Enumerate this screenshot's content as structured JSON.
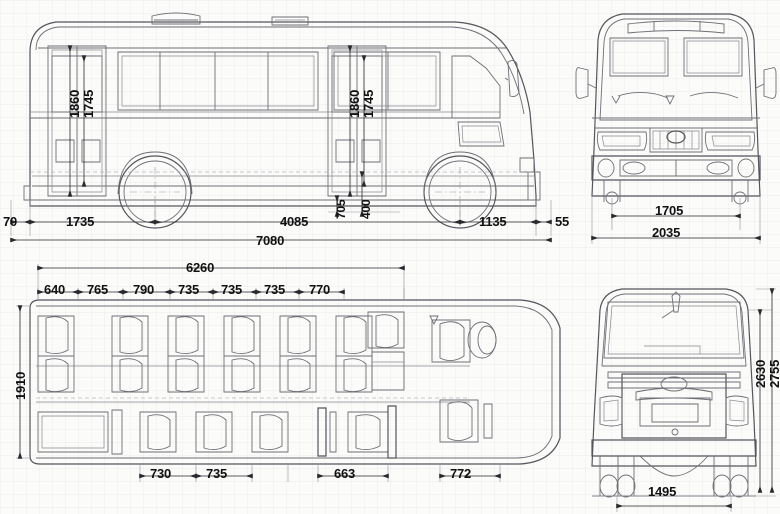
{
  "drawing": {
    "title": "Bus dimensional drawing",
    "units": "mm",
    "line_color": "#6a6a72",
    "dim_color": "#111111",
    "background": "#fbfbfa"
  },
  "views": {
    "side": {
      "name": "side-elevation-view",
      "dimensions": {
        "rear_overhang": "70",
        "rear_to_rear_axle": "1735",
        "wheelbase": "4085",
        "front_axle_to_front": "1135",
        "front_overhang": "55",
        "overall_length": "7080",
        "door1_height_outer": "1860",
        "door1_height_inner": "1745",
        "door2_height_outer": "1860",
        "door2_height_inner": "1745",
        "step_height": "705",
        "lower_step_height": "400"
      }
    },
    "front": {
      "name": "front-elevation-view",
      "dimensions": {
        "front_track": "1705",
        "overall_width": "2035"
      }
    },
    "plan": {
      "name": "plan-top-view",
      "dimensions": {
        "interior_length": "6260",
        "pitch_1": "640",
        "pitch_2": "765",
        "pitch_3": "790",
        "pitch_4": "735",
        "pitch_5": "735",
        "pitch_6": "735",
        "pitch_7": "770",
        "interior_width": "1910",
        "lower_1": "730",
        "lower_2": "735",
        "lower_3": "663",
        "lower_4": "772"
      }
    },
    "rear": {
      "name": "rear-elevation-view",
      "dimensions": {
        "rear_track": "1495",
        "body_height": "2630",
        "overall_height": "2755"
      }
    }
  }
}
